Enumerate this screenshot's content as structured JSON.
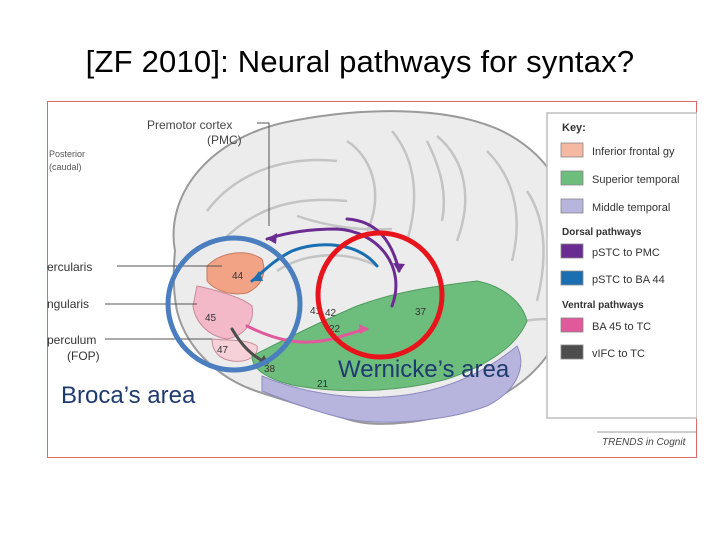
{
  "slide": {
    "title": "[ZF 2010]: Neural pathways for syntax?"
  },
  "figure": {
    "orientation": {
      "line1": "Posterior",
      "line2": "(caudal)"
    },
    "pmc_label": {
      "line1": "Premotor cortex",
      "line2": "(PMC)"
    },
    "left_labels": {
      "opercularis": "ercularis",
      "triangularis": "ngularis",
      "operculum": "perculum",
      "fop": "(FOP)"
    },
    "ba_numbers": {
      "ba44": "44",
      "ba45": "45",
      "ba47": "47",
      "ba38": "38",
      "ba21": "21",
      "ba41": "41",
      "ba42": "42",
      "ba22": "22",
      "ba37": "37"
    },
    "key": {
      "title": "Key:",
      "items": [
        {
          "label": "Inferior frontal gy",
          "color": "#f5b9a3"
        },
        {
          "label": "Superior temporal",
          "color": "#6dbe7d"
        },
        {
          "label": "Middle temporal",
          "color": "#b7b5dd"
        }
      ],
      "dorsal_title": "Dorsal pathways",
      "dorsal": [
        {
          "label": "pSTC to PMC",
          "color": "#6a2c91"
        },
        {
          "label": "pSTC to BA 44",
          "color": "#1a6fb3"
        }
      ],
      "ventral_title": "Ventral pathways",
      "ventral": [
        {
          "label": "BA 45 to TC",
          "color": "#e05a9b"
        },
        {
          "label": "vIFC to TC",
          "color": "#4d4d4d"
        }
      ]
    },
    "source": "TRENDS in Cognit"
  },
  "annotations": {
    "broca": "Broca’s area",
    "wernicke": "Wernicke’s area",
    "broca_circle_color": "#4a7ebf",
    "wernicke_circle_color": "#e8141c"
  }
}
